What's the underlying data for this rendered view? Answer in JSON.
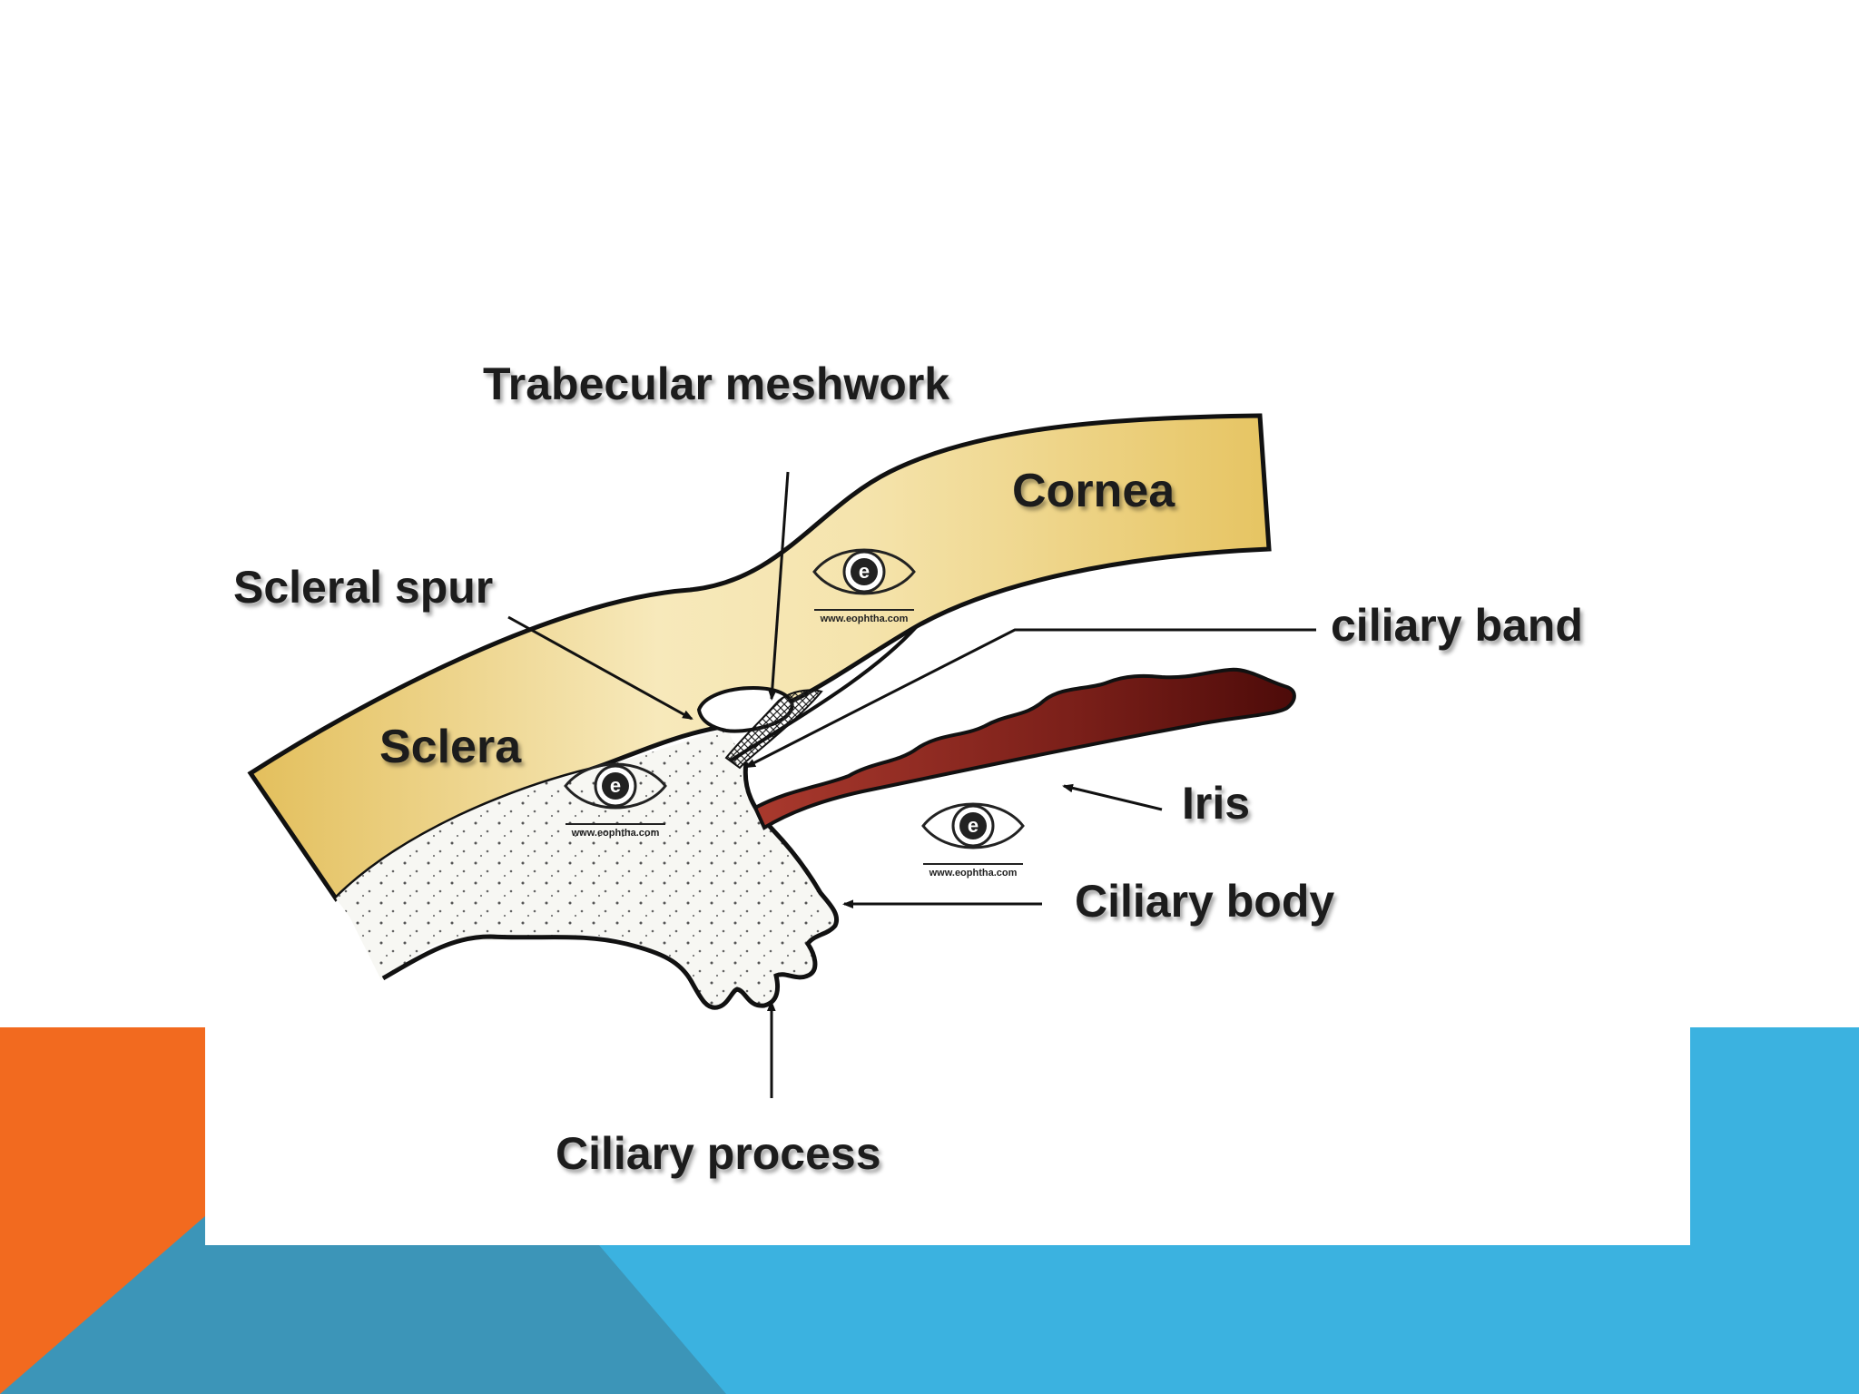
{
  "slide": {
    "colors": {
      "background": "#ffffff",
      "orange_accent": "#f26a1f",
      "blue_accent": "#3bb2e0",
      "teal_accent": "#3c95b8"
    }
  },
  "diagram": {
    "labels": {
      "trabecular_meshwork": "Trabecular meshwork",
      "cornea": "Cornea",
      "scleral_spur": "Scleral spur",
      "ciliary_band": "ciliary band",
      "sclera": "Sclera",
      "iris": "Iris",
      "ciliary_body": "Ciliary body",
      "ciliary_process": "Ciliary process"
    },
    "watermark": {
      "letter": "e",
      "url": "www.eophtha.com",
      "icon": "eye-logo-icon"
    },
    "colors": {
      "sclera_cornea_fill": "#e8c567",
      "sclera_cornea_light": "#f6e7b4",
      "iris_fill": "#8e2a23",
      "iris_dark": "#5a0f0c",
      "ciliary_body_fill": "#f7f7f3",
      "outline": "#111111"
    }
  }
}
